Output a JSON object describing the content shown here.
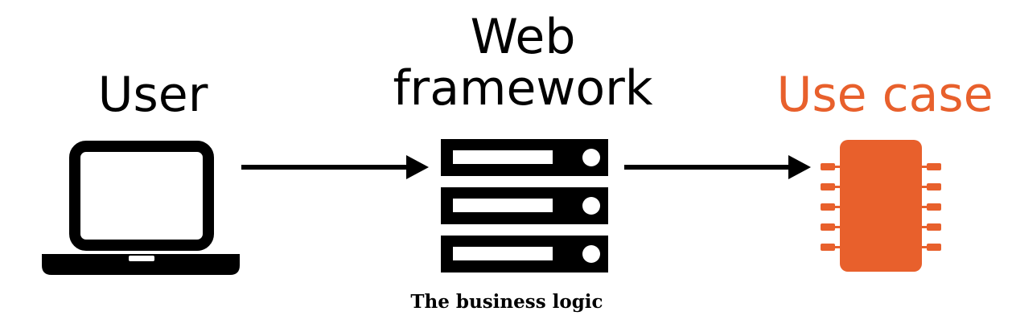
{
  "labels": {
    "user": "User",
    "web_framework_line1": "Web",
    "web_framework_line2": "framework",
    "use_case": "Use case"
  },
  "caption": "The business logic",
  "icons": {
    "user": "laptop-icon",
    "web_framework": "server-icon",
    "use_case": "chip-icon"
  },
  "colors": {
    "text": "#000000",
    "accent": "#e8602c",
    "background": "#ffffff"
  }
}
